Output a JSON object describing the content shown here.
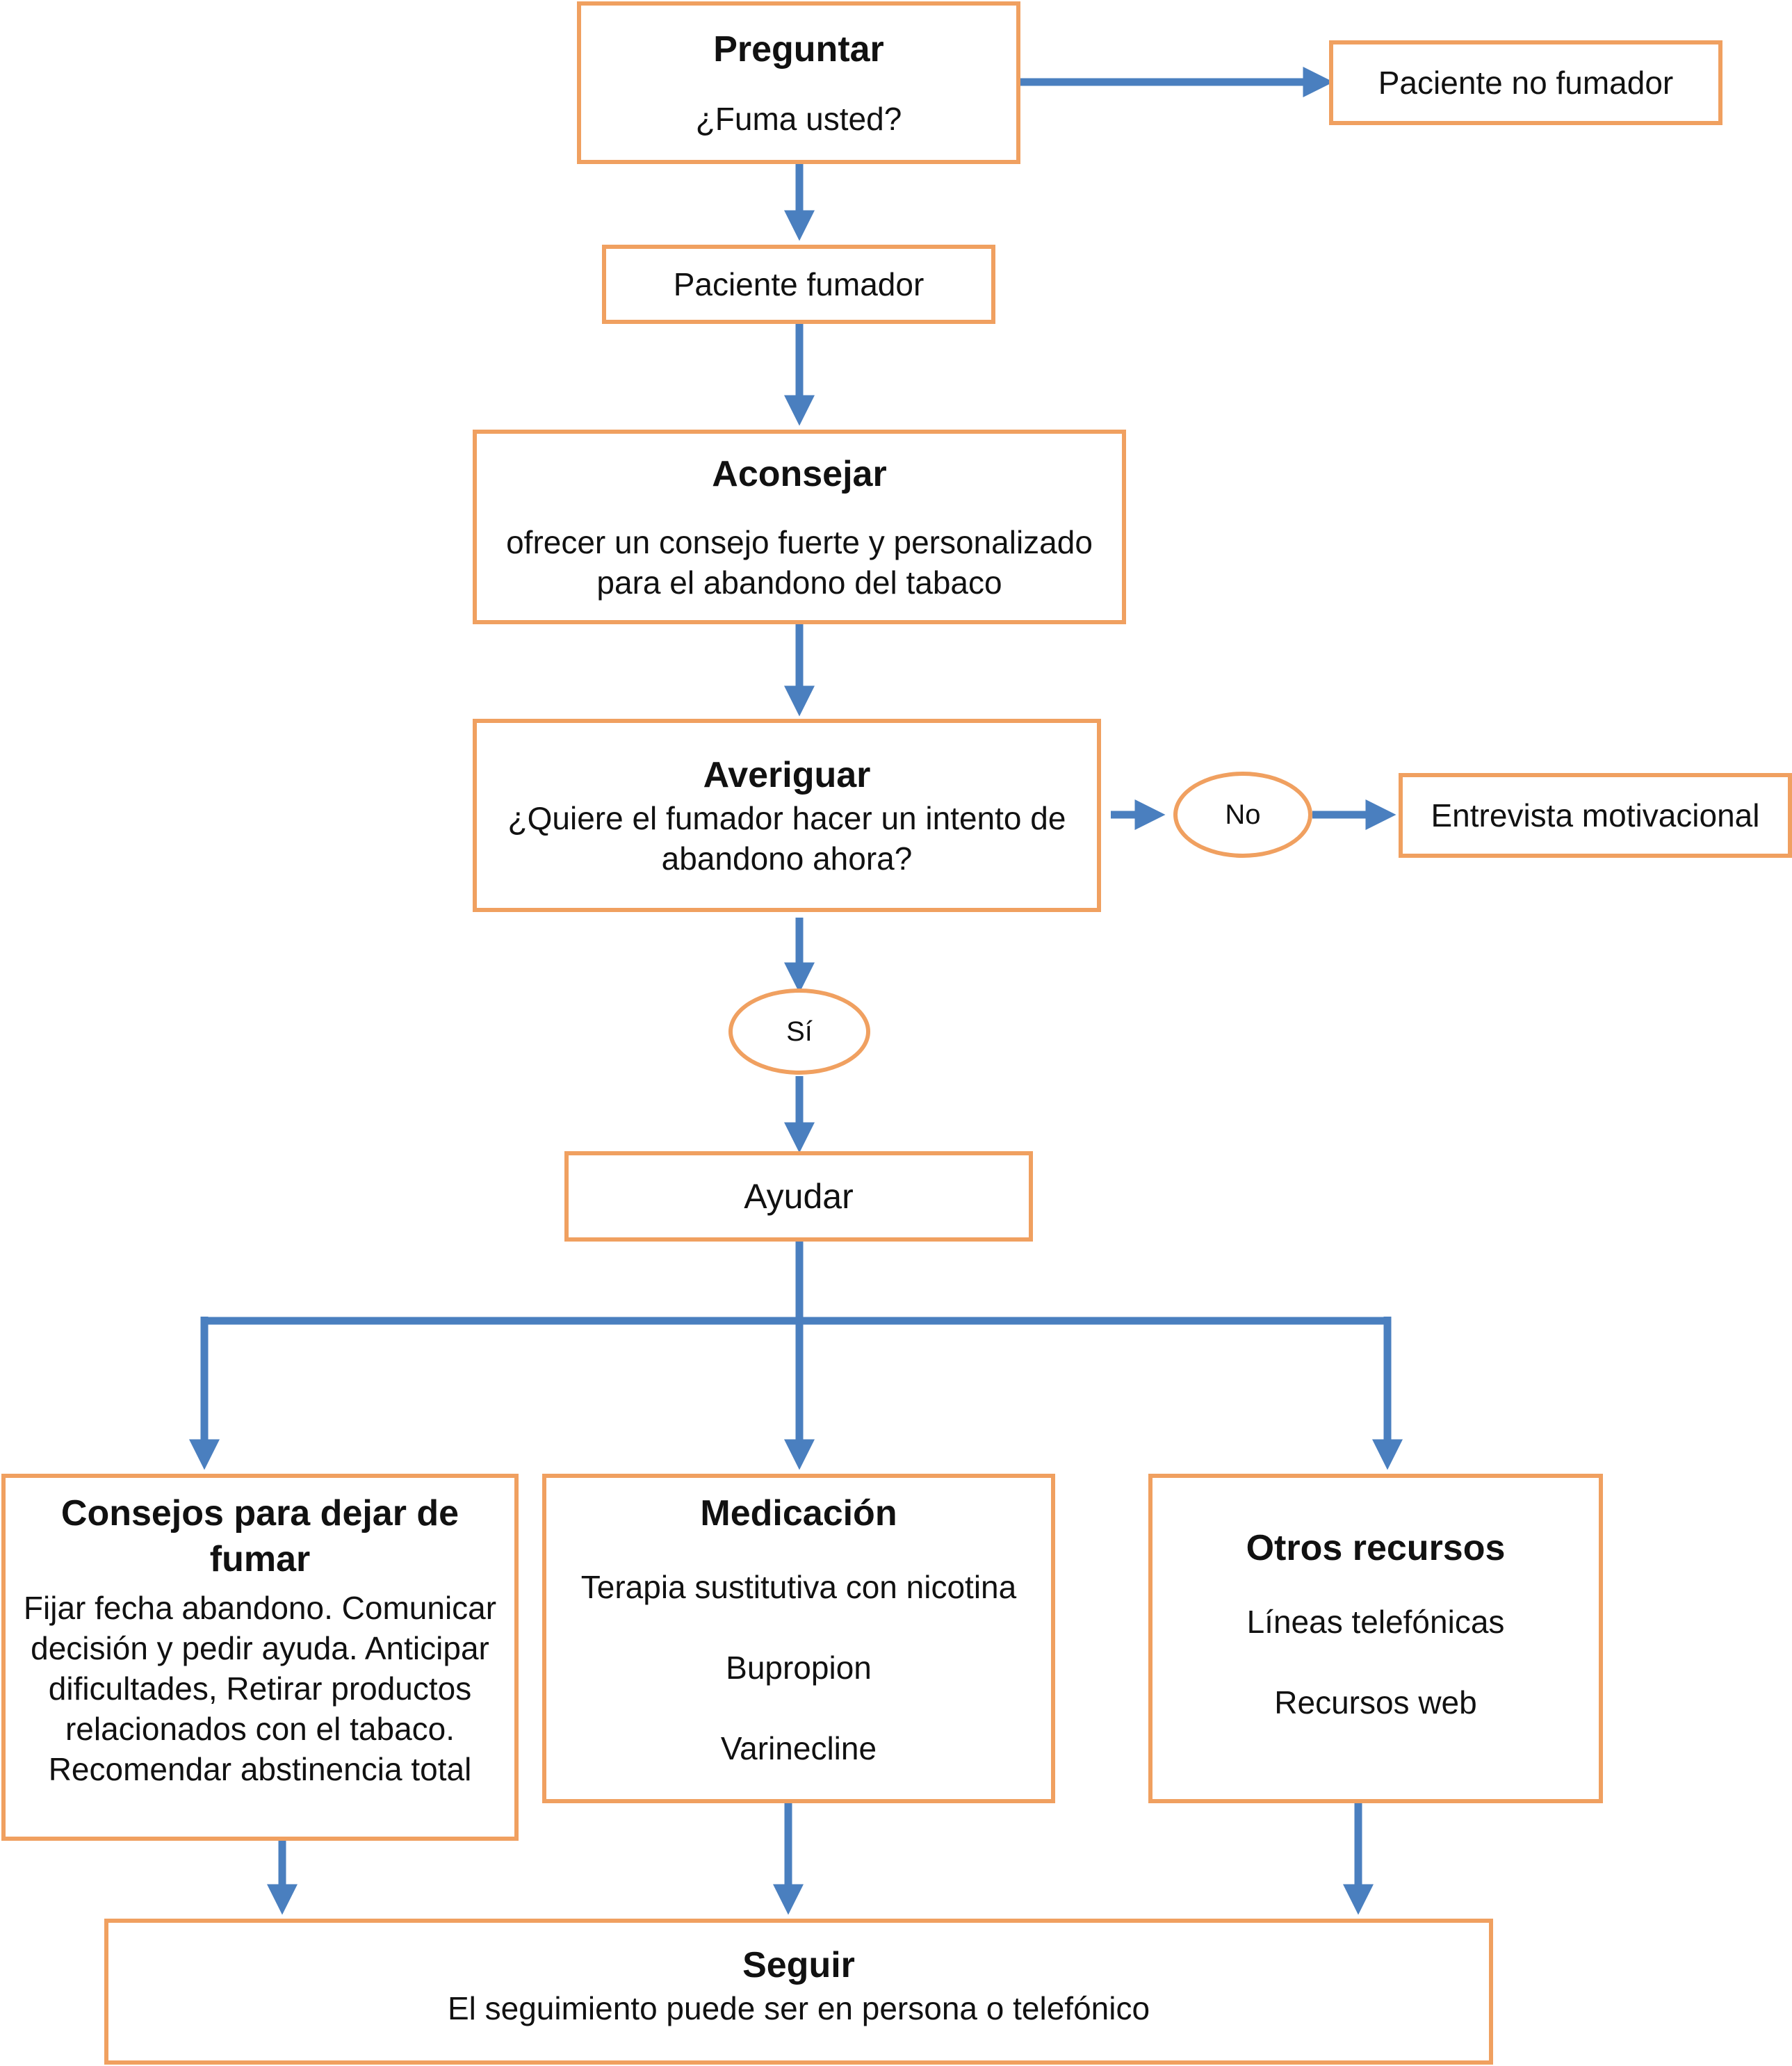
{
  "colors": {
    "box_border": "#f0a060",
    "arrow": "#4a7fbf",
    "text": "#111111"
  },
  "preguntar": {
    "title": "Preguntar",
    "question": "¿Fuma usted?"
  },
  "no_fumador": "Paciente no fumador",
  "fumador": "Paciente fumador",
  "aconsejar": {
    "title": "Aconsejar",
    "line1": "ofrecer un consejo fuerte y personalizado",
    "line2": "para el abandono del tabaco"
  },
  "averiguar": {
    "title": "Averiguar",
    "line1": "¿Quiere el fumador hacer un intento de",
    "line2": "abandono ahora?"
  },
  "no_label": "No",
  "entrevista": "Entrevista motivacional",
  "si_label": "Sí",
  "ayudar": "Ayudar",
  "consejos": {
    "title_line1": "Consejos para dejar de",
    "title_line2": "fumar",
    "lines": [
      "Fijar fecha abandono. Comunicar",
      "decisión y pedir ayuda. Anticipar",
      "dificultades, Retirar productos",
      "relacionados con el tabaco.",
      "Recomendar abstinencia total"
    ]
  },
  "medicacion": {
    "title": "Medicación",
    "items": [
      "Terapia sustitutiva con nicotina",
      "Bupropion",
      "Varinecline"
    ]
  },
  "otros": {
    "title": "Otros recursos",
    "items": [
      "Líneas telefónicas",
      "Recursos web"
    ]
  },
  "seguir": {
    "title": "Seguir",
    "text": "El seguimiento puede ser en persona o telefónico"
  }
}
